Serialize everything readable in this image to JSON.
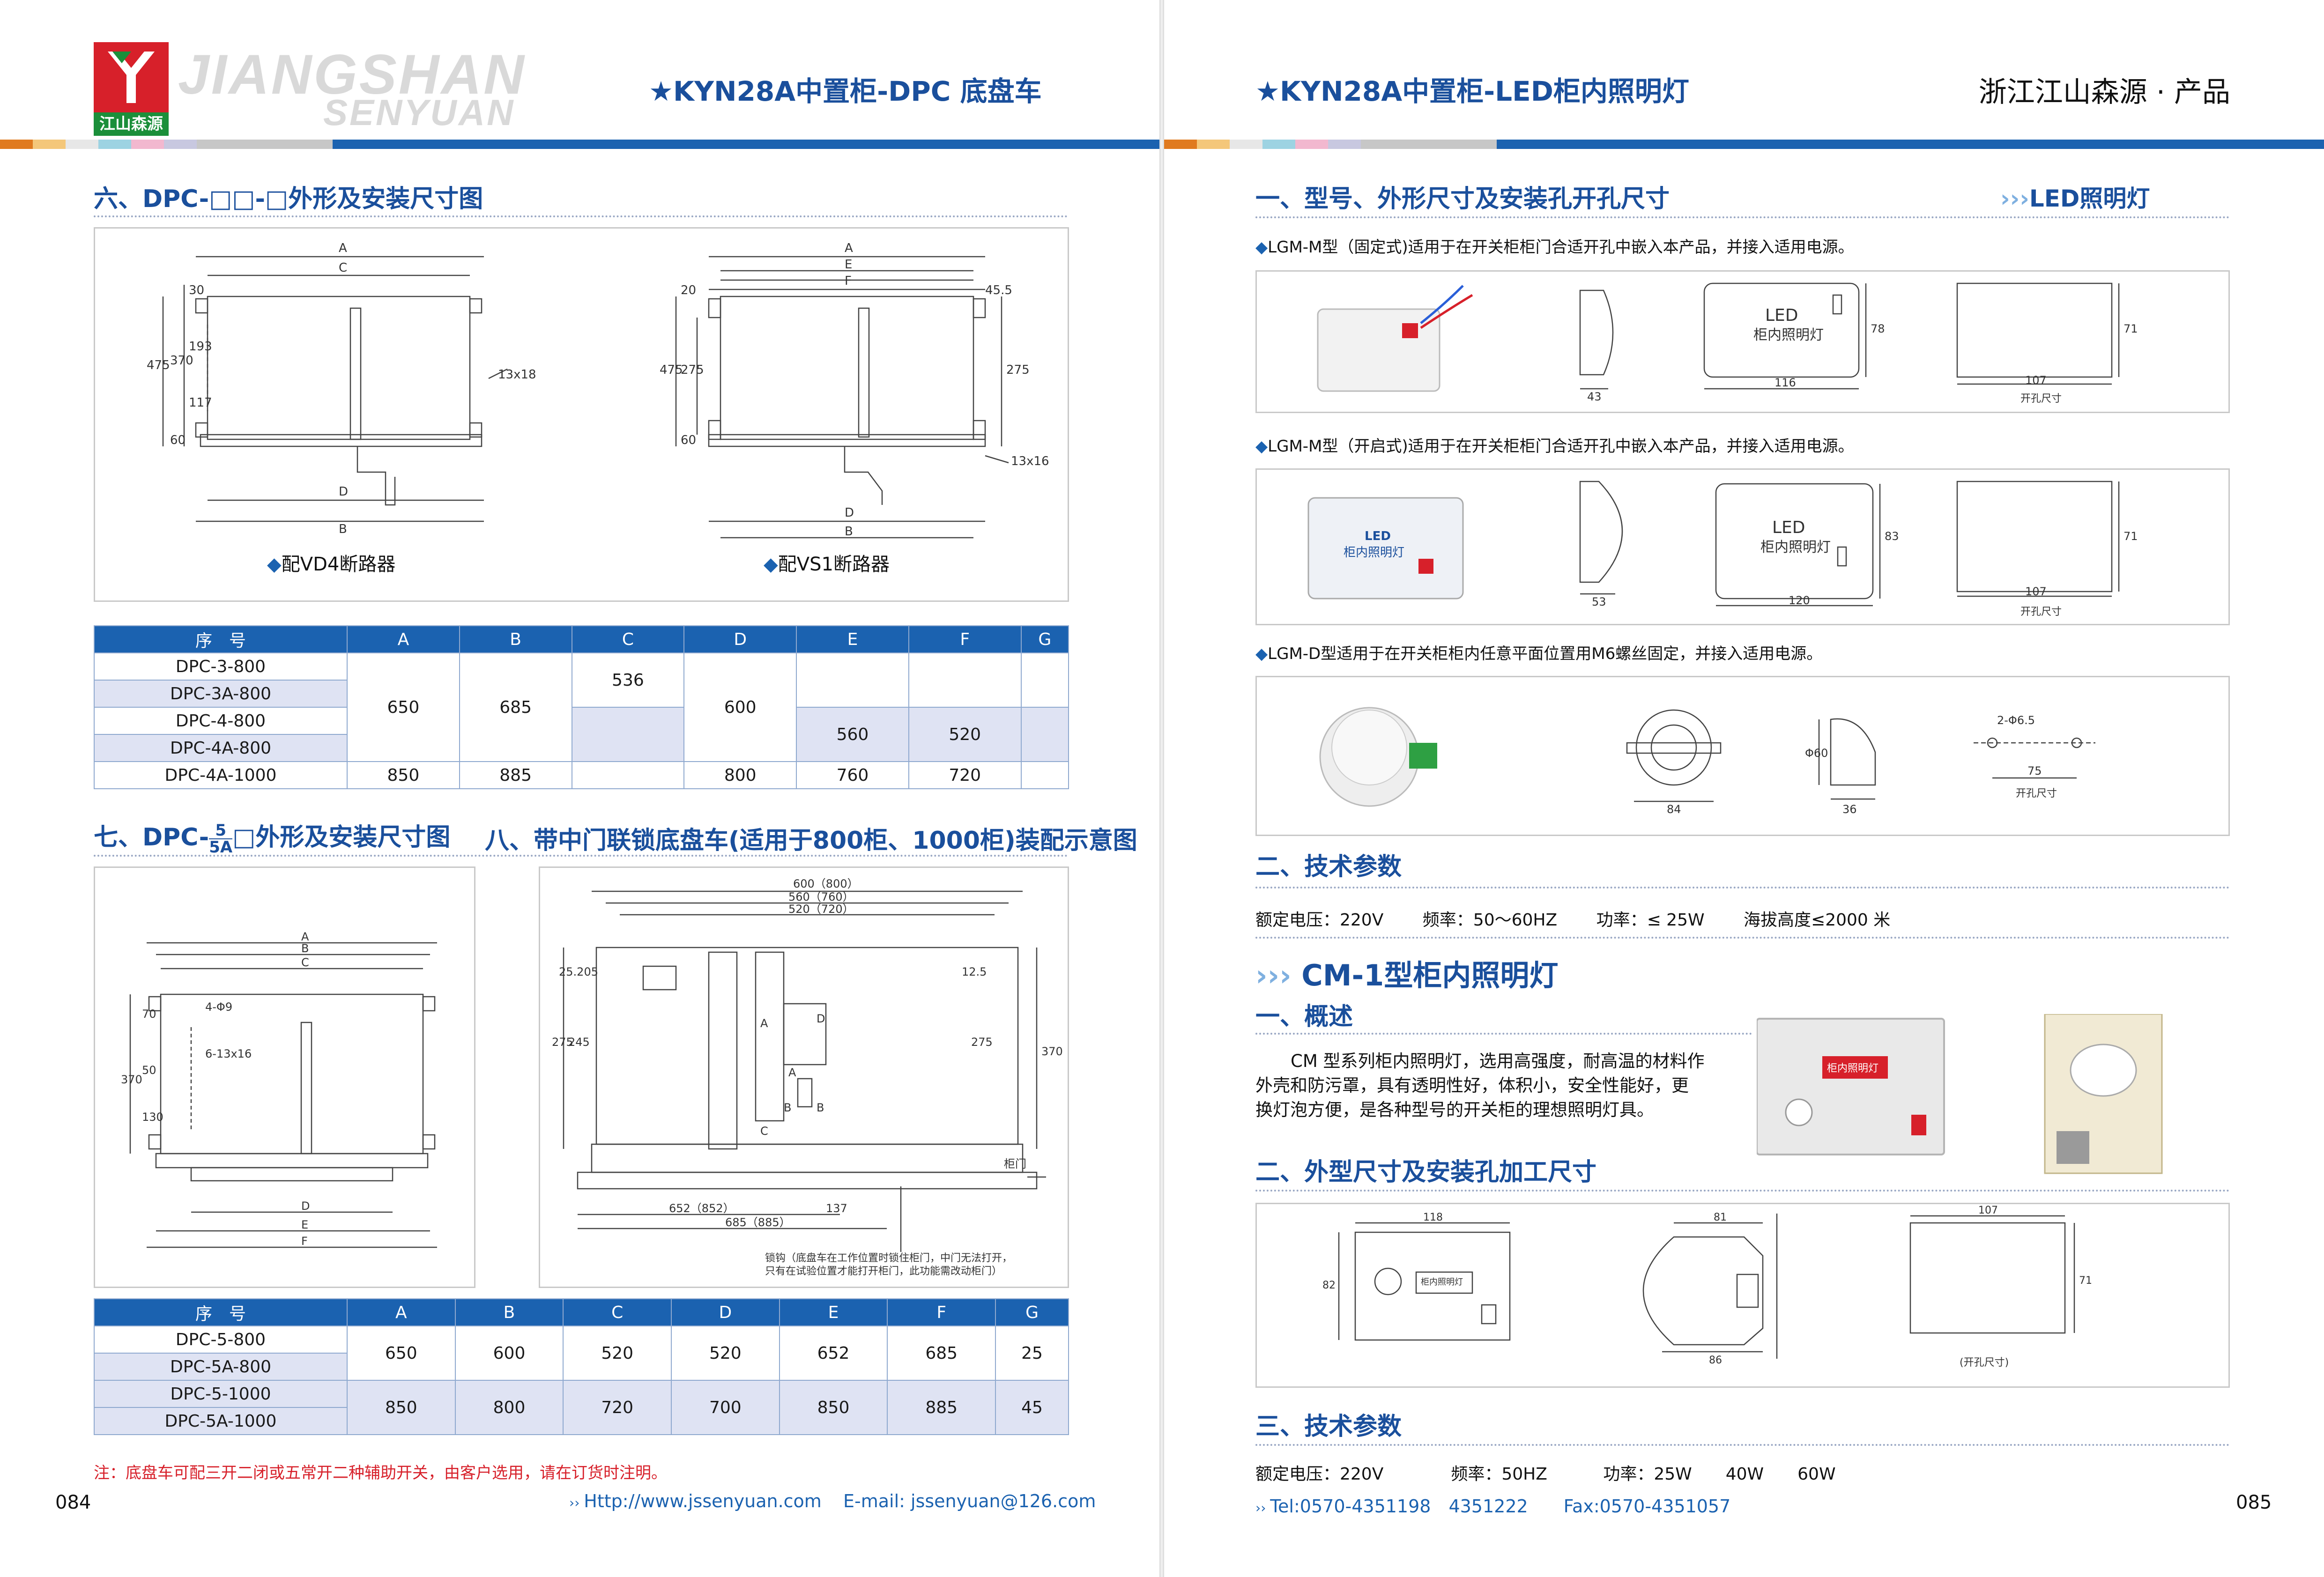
{
  "left": {
    "brand_logo_text": "江山森源",
    "brand_name_1": "JIANGSHAN",
    "brand_name_2": "SENYUAN",
    "title": "★KYN28A中置柜-DPC 底盘车",
    "section6": "六、DPC-□□-□外形及安装尺寸图",
    "drawing1_caption": "配VD4断路器",
    "drawing2_caption": "配VS1断路器",
    "drawing1_labels": [
      "A",
      "C",
      "D",
      "B",
      "475",
      "370",
      "193",
      "117",
      "60",
      "30",
      "13x18"
    ],
    "drawing2_labels": [
      "A",
      "E",
      "F",
      "D",
      "B",
      "475",
      "275",
      "275",
      "60",
      "20",
      "45.5",
      "13x16"
    ],
    "table1": {
      "headers": [
        "序　号",
        "A",
        "B",
        "C",
        "D",
        "E",
        "F",
        "G"
      ],
      "rows": [
        "DPC-3-800",
        "DPC-3A-800",
        "DPC-4-800",
        "DPC-4A-800",
        "DPC-4A-1000"
      ],
      "vals": {
        "a1": "650",
        "b1": "685",
        "c1": "536",
        "d1": "600",
        "e1": "560",
        "f1": "520",
        "a2": "850",
        "b2": "885",
        "d2": "800",
        "e2": "760",
        "f2": "720"
      }
    },
    "section7_pre": "七、DPC-",
    "section7_frac_top": "5",
    "section7_frac_bot": "5A",
    "section7_post": "□外形及安装尺寸图",
    "section8": "八、带中门联锁底盘车(适用于800柜、1000柜)装配示意图",
    "drawing3_labels": [
      "A",
      "B",
      "C",
      "4-Φ9",
      "6-13x16",
      "370",
      "70",
      "50",
      "130",
      "D",
      "E",
      "F"
    ],
    "drawing4_labels": [
      "600（800）",
      "560（760）",
      "520（720）",
      "25.205",
      "12.5",
      "275",
      "245",
      "275",
      "370",
      "A",
      "A",
      "B",
      "B",
      "C",
      "D",
      "652（852）",
      "685（885）",
      "137",
      "柜门"
    ],
    "drawing4_note_1": "锁钩（底盘车在工作位置时锁住柜门，中门无法打开，",
    "drawing4_note_2": "只有在试验位置才能打开柜门，此功能需改动柜门）",
    "table2": {
      "headers": [
        "序　号",
        "A",
        "B",
        "C",
        "D",
        "E",
        "F",
        "G"
      ],
      "rows": [
        "DPC-5-800",
        "DPC-5A-800",
        "DPC-5-1000",
        "DPC-5A-1000"
      ],
      "r1": [
        "650",
        "600",
        "520",
        "520",
        "652",
        "685",
        "25"
      ],
      "r2": [
        "850",
        "800",
        "720",
        "700",
        "850",
        "885",
        "45"
      ]
    },
    "note": "注：底盘车可配三开二闭或五常开二种辅助开关，由客户选用，请在订货时注明。",
    "page_num": "084",
    "website": "Http://www.jssenyuan.com",
    "email": "E-mail: jssenyuan@126.com"
  },
  "right": {
    "title": "★KYN28A中置柜-LED柜内照明灯",
    "company": "浙江江山森源 · 产品",
    "section1": "一、型号、外形尺寸及安装孔开孔尺寸",
    "led_tag": "LED照明灯",
    "bullet1": "LGM-M型（固定式)适用于在开关柜柜门合适开孔中嵌入本产品，并接入适用电源。",
    "bullet2": "LGM-M型（开启式)适用于在开关柜柜门合适开孔中嵌入本产品，并接入适用电源。",
    "bullet3": "LGM-D型适用于在开关柜柜内任意平面位置用M6螺丝固定，并接入适用电源。",
    "row1": {
      "d1": "43",
      "led": "LED",
      "lamp": "柜内照明灯",
      "w": "116",
      "h": "78",
      "cw": "107",
      "ch": "71",
      "cut": "开孔尺寸"
    },
    "row2": {
      "d1": "53",
      "led": "LED",
      "lamp": "柜内照明灯",
      "w": "120",
      "h": "83",
      "cw": "107",
      "ch": "71",
      "cut": "开孔尺寸",
      "photo_led": "LED",
      "photo_lamp": "柜内照明灯"
    },
    "row3": {
      "d1": "84",
      "dia": "Φ60",
      "h": "36",
      "hole": "2-Φ6.5",
      "w": "75",
      "cut": "开孔尺寸"
    },
    "section2": "二、技术参数",
    "tech1": "额定电压：220V　　 频率：50～60HZ　　 功率：≤ 25W　　 海拔高度≤2000 米",
    "cm_title": "CM-1型柜内照明灯",
    "cm_s1": "一、概述",
    "cm_para_1": "CM 型系列柜内照明灯，选用高强度，耐高温的材料作",
    "cm_para_2": "外壳和防污罩，具有透明性好，体积小，安全性能好，更",
    "cm_para_3": "换灯泡方便，是各种型号的开关柜的理想照明灯具。",
    "cm_photo_label": "柜内照明灯",
    "cm_s2": "二、外型尺寸及安装孔加工尺寸",
    "cm_dims": {
      "w": "118",
      "h": "82",
      "lamp": "柜内照明灯",
      "d": "81",
      "d2": "86",
      "cw": "107",
      "ch": "71",
      "cut": "(开孔尺寸)"
    },
    "cm_s3": "三、技术参数",
    "tech2": "额定电压：220V　　　　频率：50HZ　　　 功率：25W　　40W　　60W",
    "footer": "Tel:0570-4351198　4351222　　Fax:0570-4351057",
    "page_num": "085"
  },
  "colors": {
    "brand_blue": "#1a4f9c",
    "table_head": "#1b62b0",
    "logo_red": "#d7202a",
    "logo_green": "#1b8f3a",
    "note_red": "#d7202a",
    "strip": [
      "#e07a1f",
      "#f4c77a",
      "#e7e7e7",
      "#9dd3e2",
      "#f2b8cf",
      "#c8c8e0",
      "#c7c7c7",
      "#1b62b0"
    ]
  }
}
